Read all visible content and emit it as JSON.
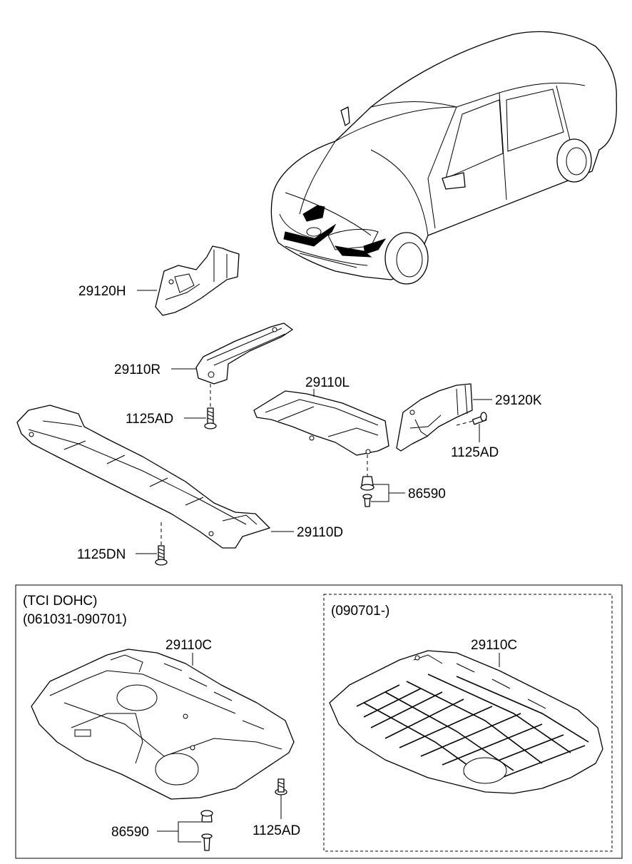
{
  "parts": {
    "p29120H": "29120H",
    "p29110R": "29110R",
    "p1125AD_top": "1125AD",
    "p29110L": "29110L",
    "p29120K": "29120K",
    "p1125AD_right": "1125AD",
    "p86590_top": "86590",
    "p29110D": "29110D",
    "p1125DN": "1125DN"
  },
  "box_left": {
    "title": "(TCI DOHC)",
    "date_range": "(061031-090701)",
    "part_cover": "29110C",
    "part_clip": "86590",
    "part_bolt": "1125AD"
  },
  "box_right": {
    "date_range": "(090701-)",
    "part_cover": "29110C"
  }
}
